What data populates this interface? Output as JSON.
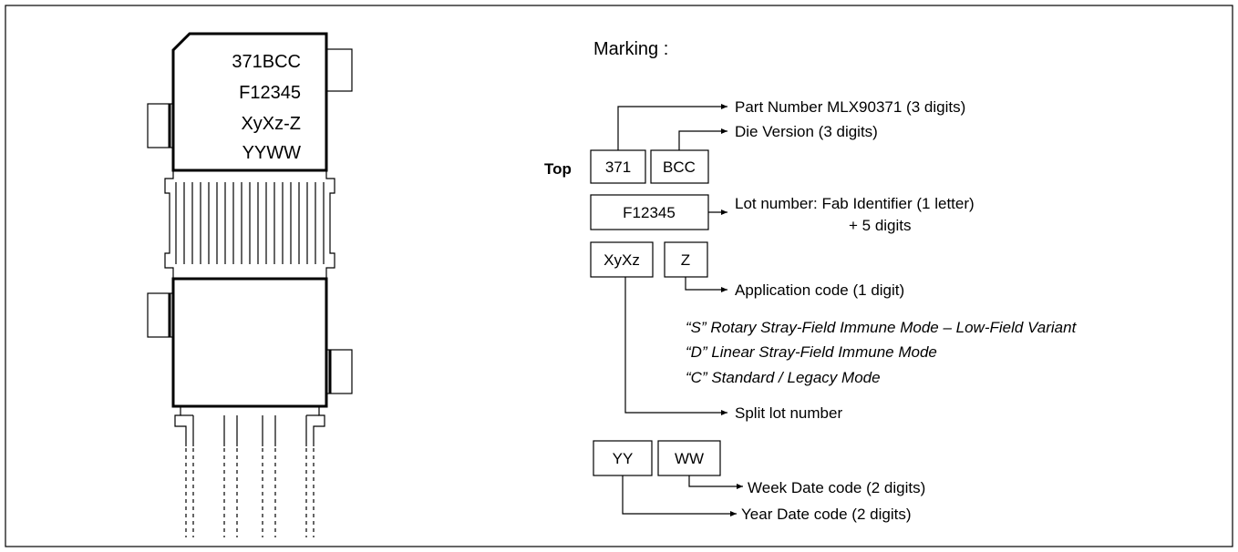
{
  "package_marking": {
    "line1": "371BCC",
    "line2": "F12345",
    "line3": "XyXz-Z",
    "line4": "YYWW"
  },
  "title": "Marking :",
  "side_label": "Top",
  "fields": {
    "part_number_box": "371",
    "die_version_box": "BCC",
    "lot_number_box": "F12345",
    "split_lot_box": "XyXz",
    "application_box": "Z",
    "year_box": "YY",
    "week_box": "WW"
  },
  "descriptions": {
    "part_number": "Part Number MLX90371 (3 digits)",
    "die_version": "Die Version (3 digits)",
    "lot_number_line1": "Lot number: Fab Identifier (1 letter)",
    "lot_number_line2": "+ 5 digits",
    "application_code": "Application code  (1 digit)",
    "split_lot": "Split lot number",
    "week_code": "Week Date code (2 digits)",
    "year_code": "Year Date code (2 digits)"
  },
  "application_modes": [
    "“S”  Rotary Stray-Field Immune Mode – Low-Field Variant",
    "“D” Linear Stray-Field Immune Mode",
    "“C” Standard / Legacy Mode"
  ]
}
